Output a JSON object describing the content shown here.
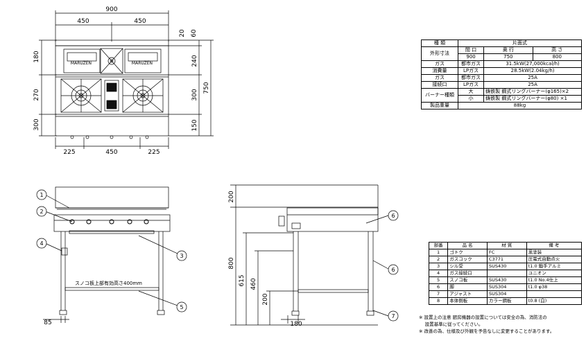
{
  "dims": {
    "overall_width": "900",
    "half_left": "450",
    "half_right": "450",
    "bottom_left": "225",
    "bottom_center": "450",
    "bottom_right": "225",
    "left_top": "180",
    "left_mid": "270",
    "left_bottom": "300",
    "right_20": "20",
    "right_60": "60",
    "right_240": "240",
    "right_300": "300",
    "right_150": "150",
    "depth": "750",
    "side_200": "200",
    "side_800": "800",
    "side_615": "615",
    "side_460": "460",
    "side_200b": "200",
    "side_180": "180",
    "front_85": "85"
  },
  "brand": {
    "left": "MARUZEN",
    "right": "MARUZEN"
  },
  "callouts": [
    "1",
    "2",
    "3",
    "4",
    "5",
    "6",
    "6",
    "7"
  ],
  "shelf_note": "スノコ板上部有効高さ400mm",
  "spec_table": {
    "r1": [
      "種 類",
      "片面式"
    ],
    "r2": [
      "外形寸法",
      "間 口",
      "奥 行",
      "高 さ"
    ],
    "r3": [
      "900",
      "750",
      "800"
    ],
    "r4": [
      "ガス",
      "都市ガス",
      "31.5kW(27,000kcal/h)"
    ],
    "r5": [
      "消費量",
      "LPガス",
      "28.5kW(2.04kg/h)"
    ],
    "r6": [
      "ガス",
      "都市ガス",
      "25A"
    ],
    "r7": [
      "接続口",
      "LPガス",
      "25A"
    ],
    "r8": [
      "バーナー種類",
      "大",
      "鋳鉄製 鋼式リングバーナー(φ165)×2"
    ],
    "r9": [
      "小",
      "鋳鉄製 鋼式リングバーナー(φ80) ×1"
    ],
    "r10": [
      "製品重量",
      "88kg"
    ]
  },
  "parts_table": {
    "header": [
      "部番",
      "品 名",
      "材 質",
      "備 考"
    ],
    "rows": [
      [
        "1",
        "ゴトク",
        "FC",
        "黒塗装"
      ],
      [
        "2",
        "ガスコック",
        "C3771",
        "圧電式自動点火"
      ],
      [
        "3",
        "シル受",
        "SUS430",
        "t1.0 鍛手アルミ"
      ],
      [
        "4",
        "ガス接続口",
        "",
        "ユニオン"
      ],
      [
        "5",
        "スノコ板",
        "SUS430",
        "t1.0 No.4仕上"
      ],
      [
        "6",
        "脚",
        "SUS304",
        "t1.0 φ38"
      ],
      [
        "7",
        "アジャスト",
        "SUS304",
        ""
      ],
      [
        "8",
        "本体側板",
        "カラー鋼板",
        "t0.8 (白)"
      ]
    ]
  },
  "notes": [
    "※ 設置上の注意 厨房機器の設置については安全の為、消防法の",
    "　 設置基準に従ってください。",
    "※ 改善の為、仕様及び外観を予告なしに変更することがあります。"
  ]
}
